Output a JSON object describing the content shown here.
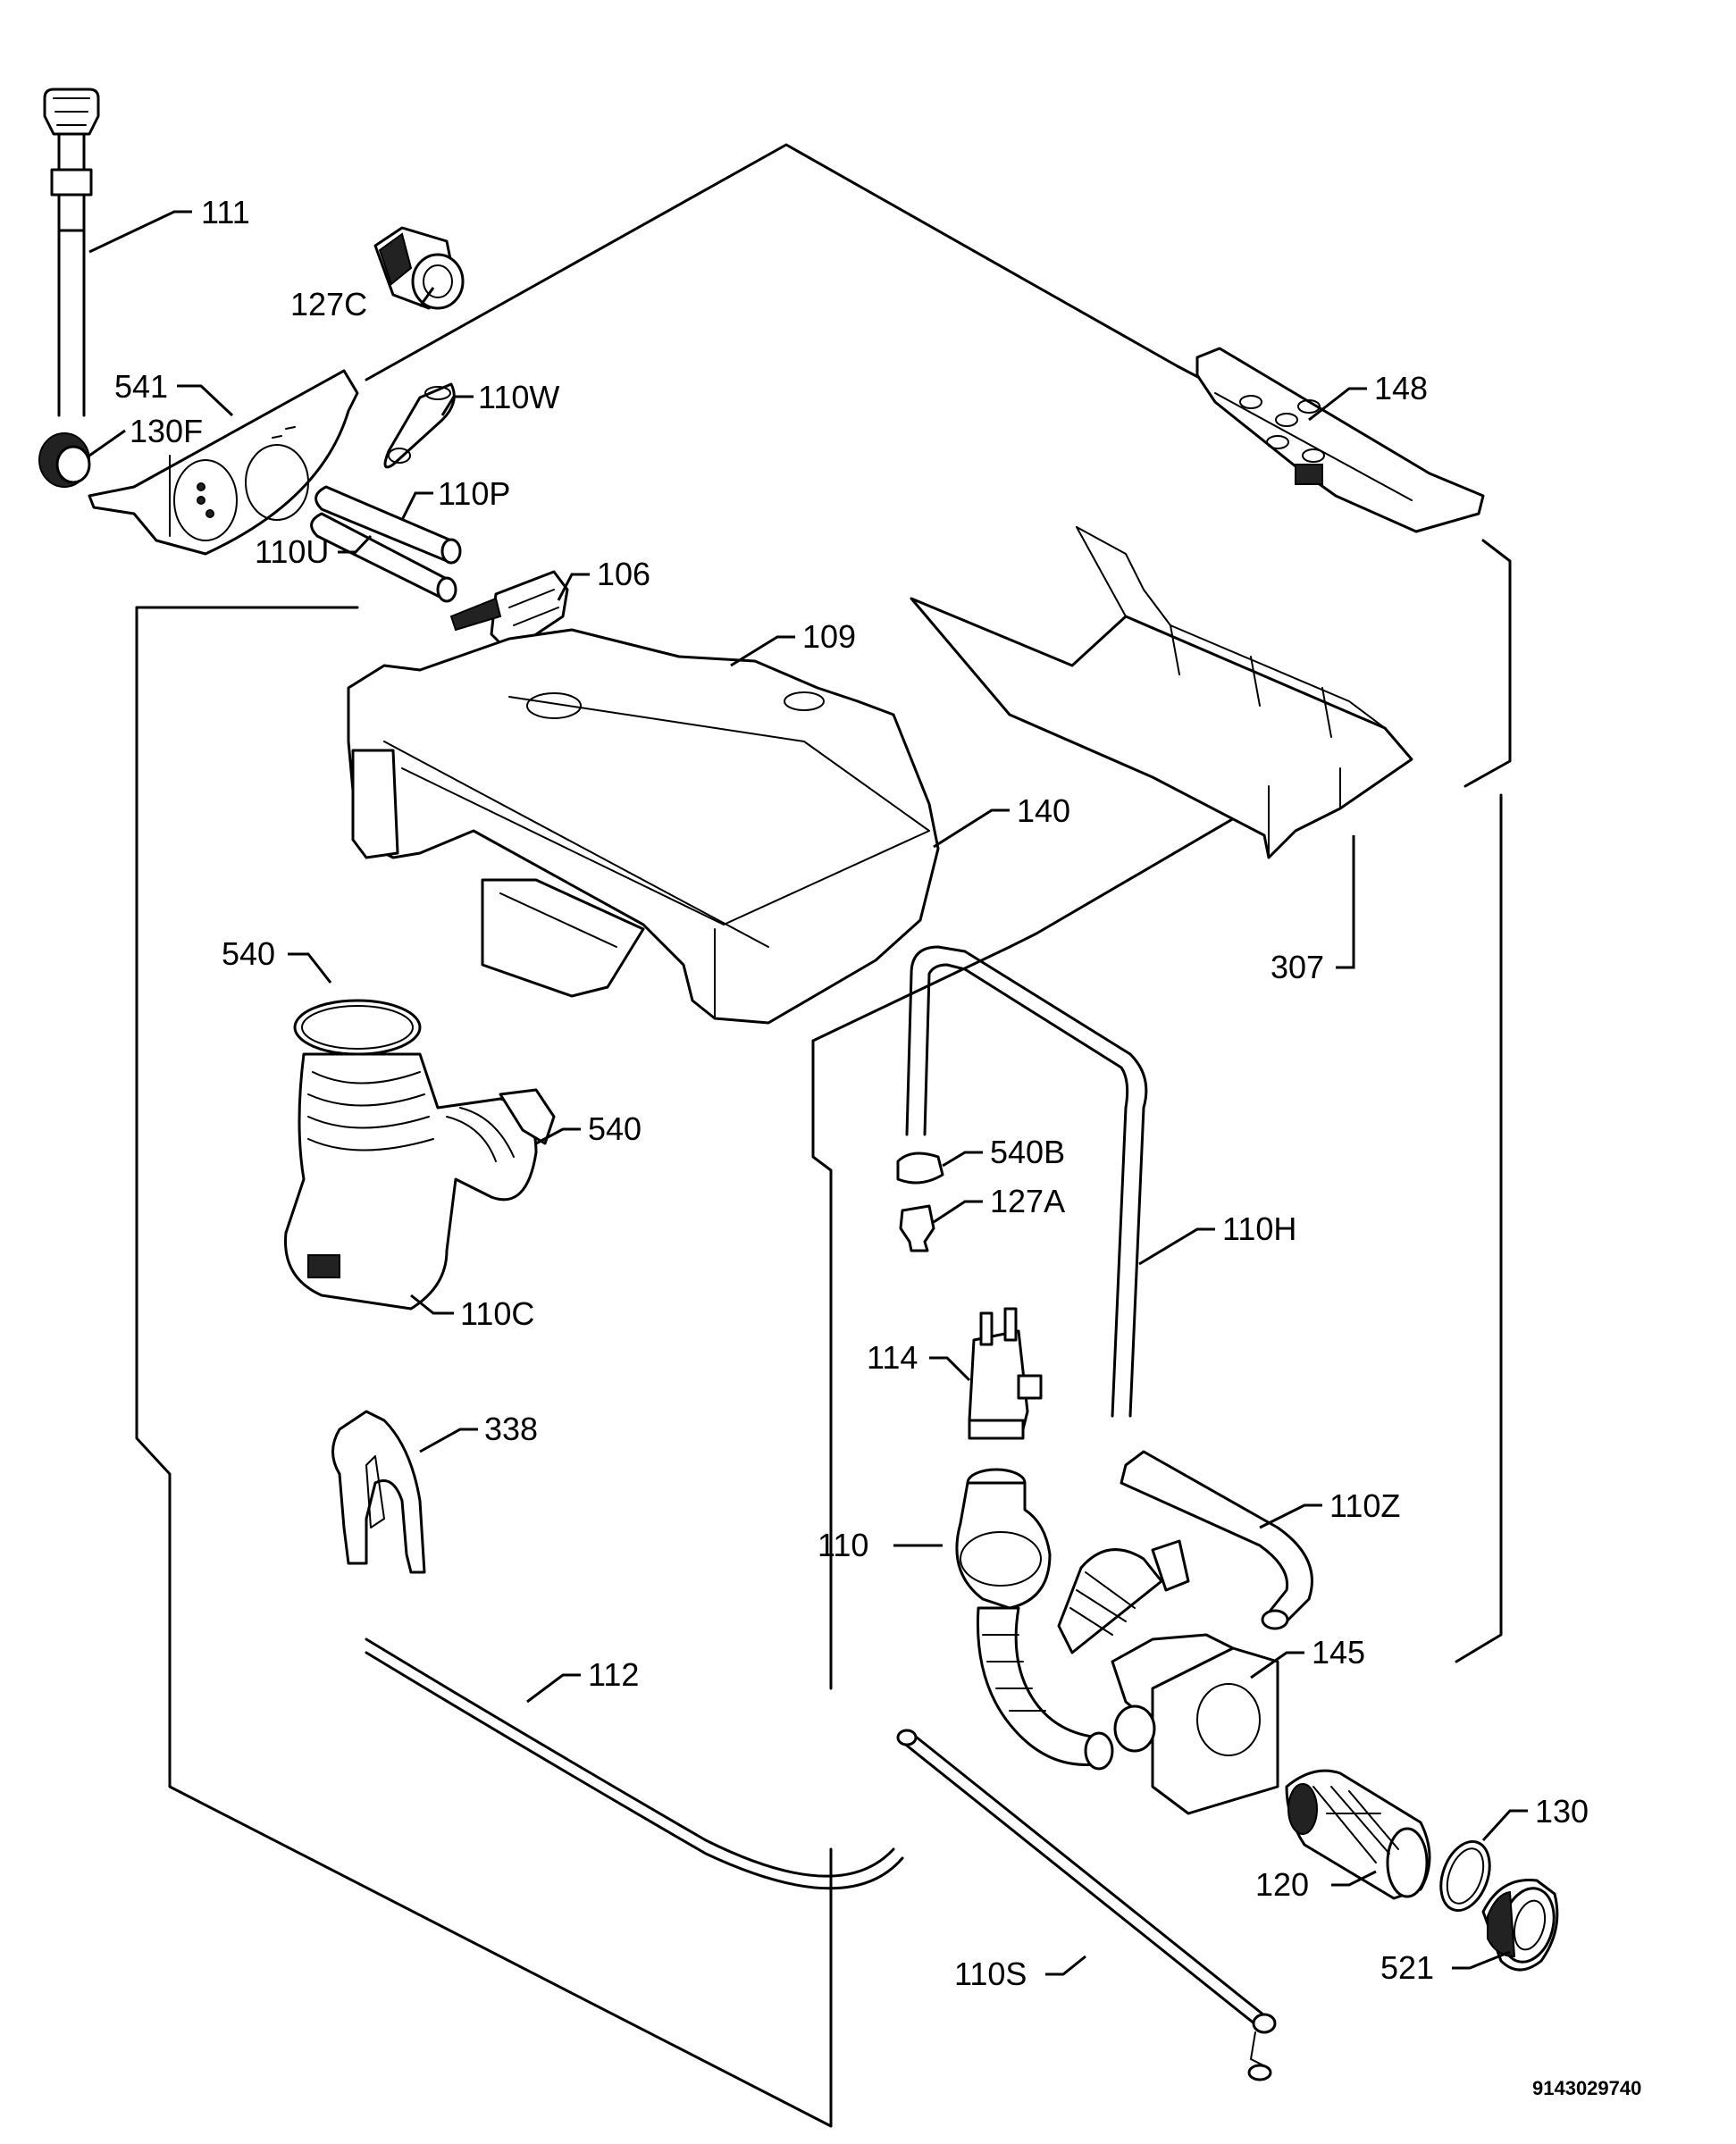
{
  "doc_number": "9143029740",
  "labels": [
    {
      "id": "111",
      "text": "111"
    },
    {
      "id": "127C",
      "text": "127C"
    },
    {
      "id": "541",
      "text": "541"
    },
    {
      "id": "130F",
      "text": "130F"
    },
    {
      "id": "110W",
      "text": "110W"
    },
    {
      "id": "110P",
      "text": "110P"
    },
    {
      "id": "110U",
      "text": "110U"
    },
    {
      "id": "106",
      "text": "106"
    },
    {
      "id": "148",
      "text": "148"
    },
    {
      "id": "109",
      "text": "109"
    },
    {
      "id": "140",
      "text": "140"
    },
    {
      "id": "307",
      "text": "307"
    },
    {
      "id": "540a",
      "text": "540"
    },
    {
      "id": "540b",
      "text": "540"
    },
    {
      "id": "540B",
      "text": "540B"
    },
    {
      "id": "127A",
      "text": "127A"
    },
    {
      "id": "110H",
      "text": "110H"
    },
    {
      "id": "110C",
      "text": "110C"
    },
    {
      "id": "114",
      "text": "114"
    },
    {
      "id": "338",
      "text": "338"
    },
    {
      "id": "110Z",
      "text": "110Z"
    },
    {
      "id": "110",
      "text": "110"
    },
    {
      "id": "145",
      "text": "145"
    },
    {
      "id": "112",
      "text": "112"
    },
    {
      "id": "130",
      "text": "130"
    },
    {
      "id": "110S",
      "text": "110S"
    },
    {
      "id": "120",
      "text": "120"
    },
    {
      "id": "521",
      "text": "521"
    }
  ]
}
